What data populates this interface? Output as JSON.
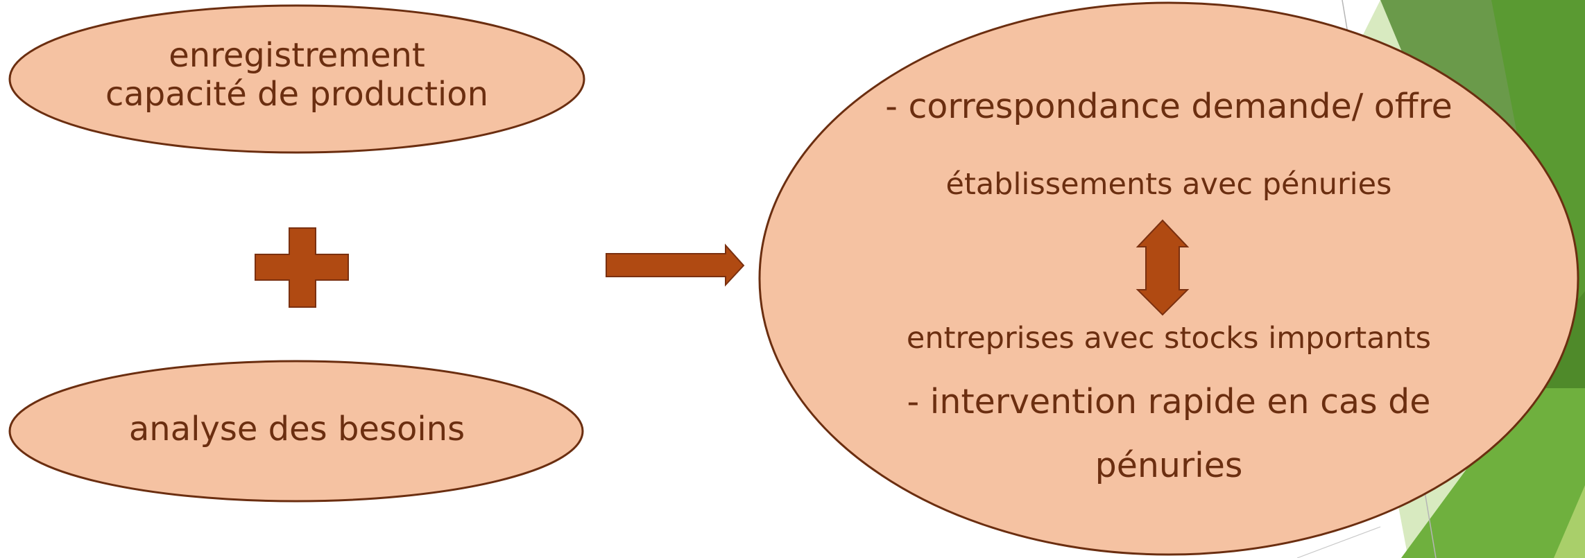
{
  "left_top_ellipse": {
    "line1": "enregistrement",
    "line2": "capacité de production"
  },
  "left_bottom_ellipse": {
    "text": "analyse des besoins"
  },
  "right_ellipse": {
    "bullet1": "- correspondance demande/ offre",
    "top_party": "établissements avec pénuries",
    "bottom_party": "entreprises avec stocks importants",
    "bullet2_line1": "- intervention rapide en cas de",
    "bullet2_line2": "pénuries"
  },
  "colors": {
    "ellipse_fill": "#f5c2a2",
    "ellipse_stroke": "#6b2e10",
    "arrow_fill": "#b04a12",
    "text": "#6b2e10",
    "green_dark": "#4f8a2a",
    "green_mid": "#6ea445",
    "green_light": "#a9cf6a",
    "green_pale": "#d8eac0"
  },
  "icons": [
    "plus-icon",
    "right-arrow-icon",
    "up-down-arrow-icon"
  ]
}
